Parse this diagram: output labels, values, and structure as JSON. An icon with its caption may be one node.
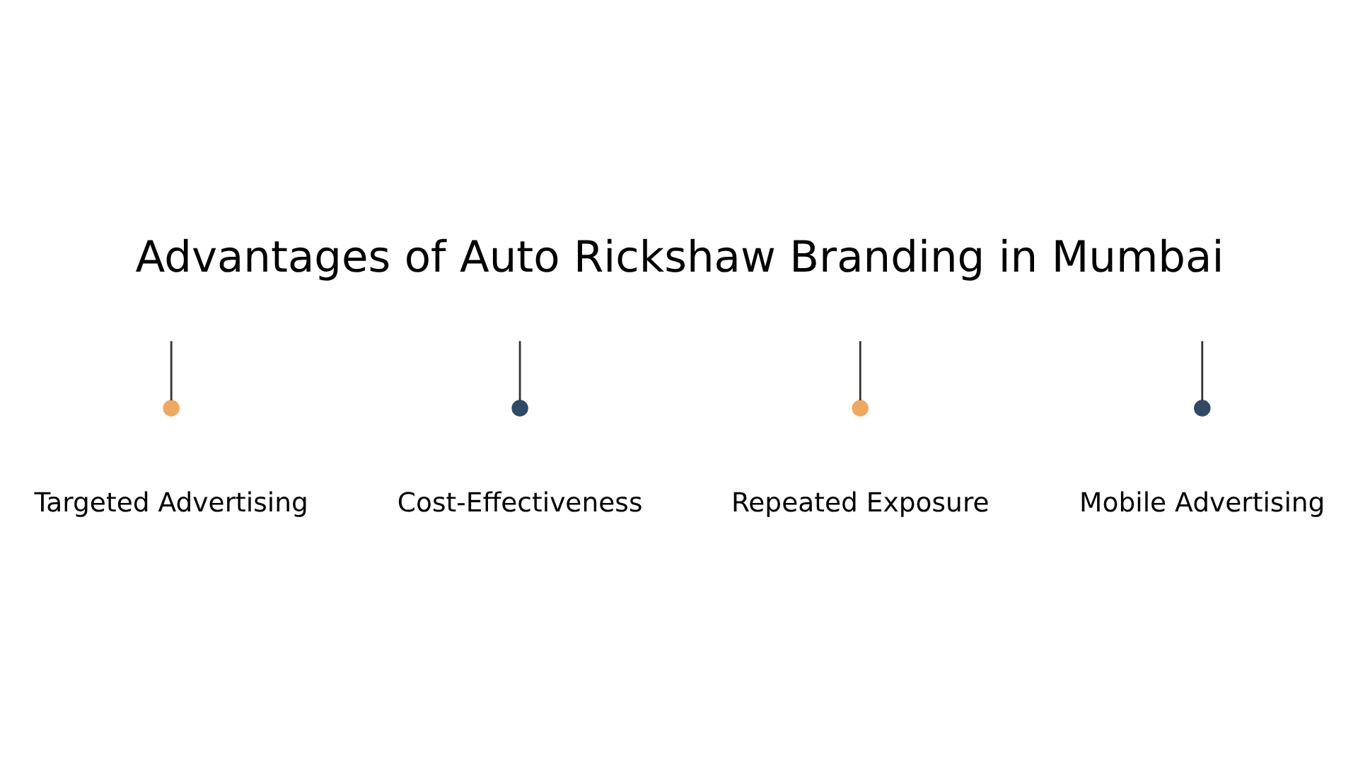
{
  "diagram": {
    "title": "Advantages of Auto Rickshaw Branding in Mumbai",
    "nodes": [
      {
        "text": [],
        "shape": "circle",
        "beside": [
          "Targeted Advertising"
        ]
      },
      {
        "text": [],
        "shape": "circle",
        "beside": [
          "Cost-Effectiveness"
        ]
      },
      {
        "text": [],
        "shape": "circle",
        "beside": [
          "Repeated Exposure"
        ]
      },
      {
        "text": [],
        "shape": "circle",
        "beside": [
          "Mobile Advertising"
        ]
      }
    ],
    "edges": [
      {
        "from": null,
        "to": 0,
        "arrow": "none"
      },
      {
        "from": null,
        "to": 1,
        "arrow": "none"
      },
      {
        "from": null,
        "to": 2,
        "arrow": "none"
      },
      {
        "from": null,
        "to": 3,
        "arrow": "none"
      }
    ]
  }
}
